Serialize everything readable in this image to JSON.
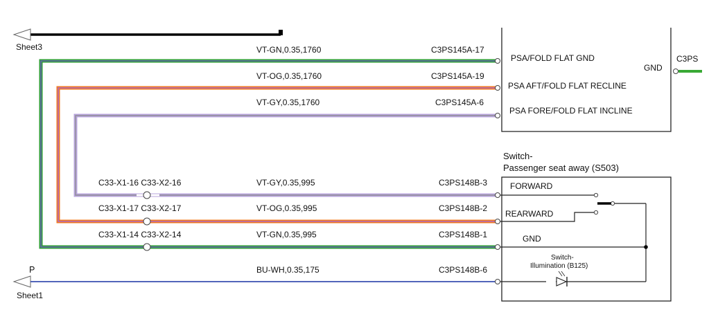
{
  "sheets": {
    "sheet3": "Sheet3",
    "sheet1": "Sheet1",
    "p_label": "P"
  },
  "colors": {
    "vt_gn_outer": "#2e9e35",
    "vt_gn_inner": "#6a63b8",
    "vt_og_outer": "#f07a22",
    "vt_og_inner": "#b16ac0",
    "vt_gy_outer": "#b9a4dd",
    "vt_gy_inner": "#8f8f96",
    "bu_wh": "#3a4fb0",
    "gnd_stub": "#39a935"
  },
  "wires": {
    "top_gn": "VT-GN,0.35,1760",
    "top_og": "VT-OG,0.35,1760",
    "top_gy": "VT-GY,0.35,1760",
    "bot_gy": "VT-GY,0.35,995",
    "bot_og": "VT-OG,0.35,995",
    "bot_gn": "VT-GN,0.35,995",
    "bu_wh": "BU-WH,0.35,175"
  },
  "pins": {
    "c3ps145a_17": "C3PS145A-17",
    "c3ps145a_19": "C3PS145A-19",
    "c3ps145a_6": "C3PS145A-6",
    "c3ps148b_3": "C3PS148B-3",
    "c3ps148b_2": "C3PS148B-2",
    "c3ps148b_1": "C3PS148B-1",
    "c3ps148b_6": "C3PS148B-6"
  },
  "inline": {
    "gy": "C33-X1-16 C33-X2-16",
    "og": "C33-X1-17 C33-X2-17",
    "gn": "C33-X1-14 C33-X2-14"
  },
  "module": {
    "gnd_in": "PSA/FOLD FLAT GND",
    "recline": "PSA AFT/FOLD FLAT RECLINE",
    "incline": "PSA FORE/FOLD FLAT INCLINE",
    "gnd_out": "GND",
    "c3ps": "C3PS"
  },
  "switch": {
    "title1": "Switch-",
    "title2": "Passenger seat away (S503)",
    "forward": "FORWARD",
    "rearward": "REARWARD",
    "gnd": "GND",
    "illum1": "Switch-",
    "illum2": "Illumination (B125)"
  }
}
